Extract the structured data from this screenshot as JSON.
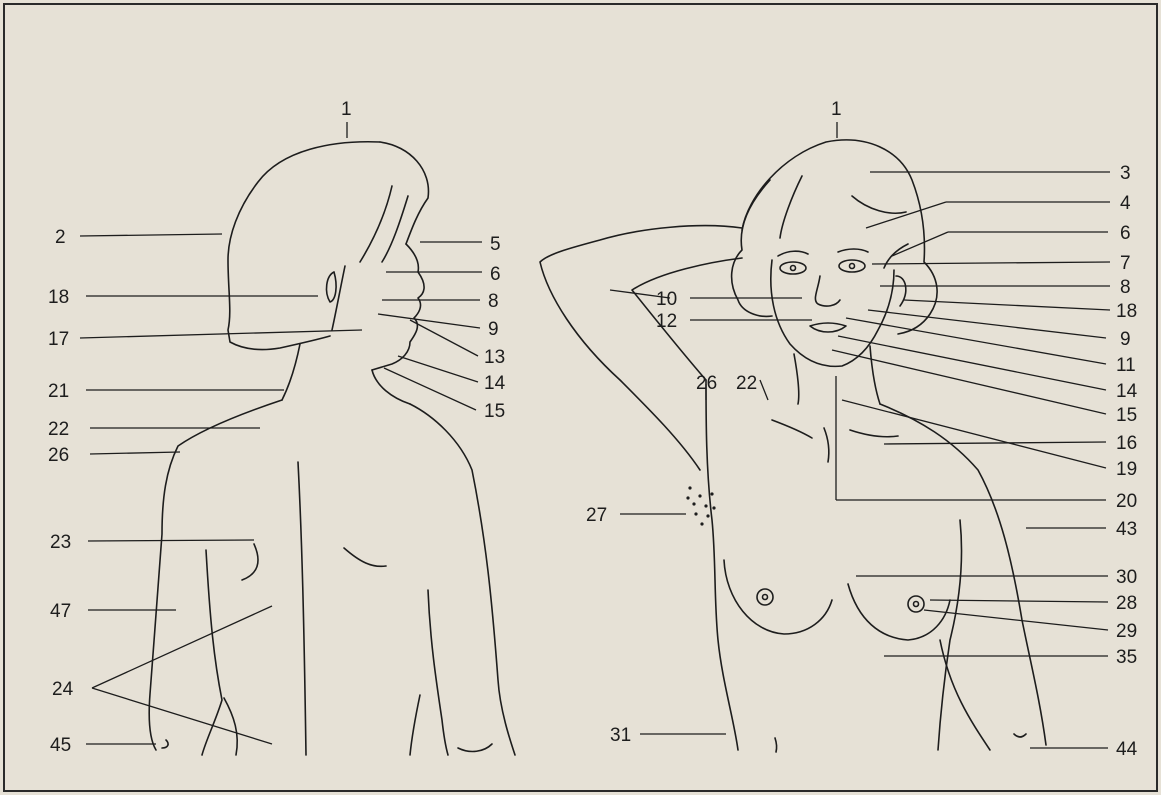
{
  "figure": {
    "background": "#e6e1d6",
    "ink": "#1d1d1d",
    "left_view": "back view of female torso, head in profile",
    "right_view": "front view of female torso, right arm raised behind head"
  },
  "labels": {
    "l1": "1",
    "l2": "2",
    "l5": "5",
    "l6": "6",
    "l18": "18",
    "l8": "8",
    "l9": "9",
    "l17": "17",
    "l13": "13",
    "l14": "14",
    "l21": "21",
    "l15": "15",
    "l22": "22",
    "l26": "26",
    "l23": "23",
    "l47": "47",
    "l24": "24",
    "l45": "45",
    "r1": "1",
    "r3": "3",
    "r4": "4",
    "r6": "6",
    "r7": "7",
    "r8": "8",
    "r10": "10",
    "r18": "18",
    "r12": "12",
    "r9": "9",
    "r11": "11",
    "r26": "26",
    "r22": "22",
    "r14": "14",
    "r15": "15",
    "r16": "16",
    "r19": "19",
    "r20": "20",
    "r27": "27",
    "r43": "43",
    "r30": "30",
    "r28": "28",
    "r29": "29",
    "r35": "35",
    "r31": "31",
    "r44": "44"
  }
}
